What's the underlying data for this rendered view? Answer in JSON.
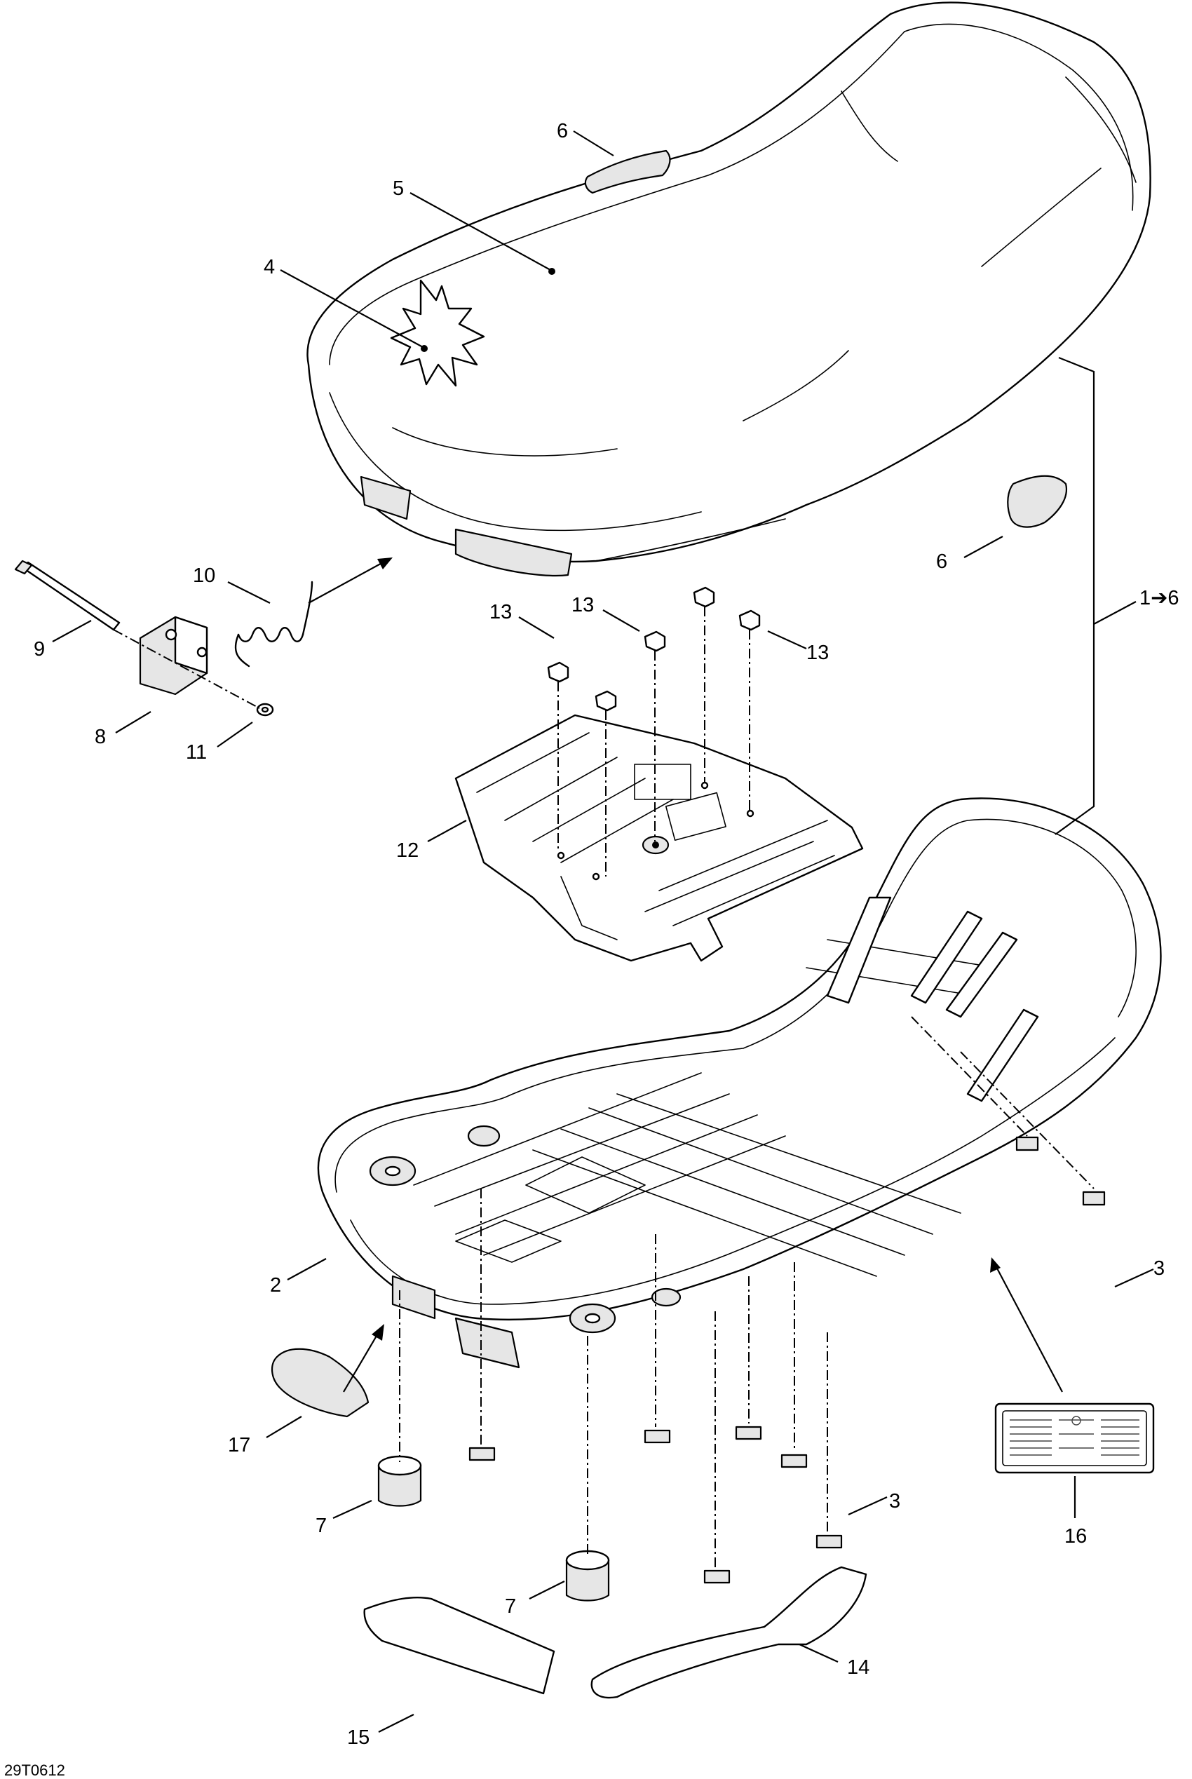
{
  "drawing": {
    "reference": "29T0612",
    "callouts": [
      {
        "id": "c6a",
        "label": "6"
      },
      {
        "id": "c5",
        "label": "5"
      },
      {
        "id": "c4",
        "label": "4"
      },
      {
        "id": "c10",
        "label": "10"
      },
      {
        "id": "c9",
        "label": "9"
      },
      {
        "id": "c8",
        "label": "8"
      },
      {
        "id": "c11",
        "label": "11"
      },
      {
        "id": "c6b",
        "label": "6"
      },
      {
        "id": "c1to6",
        "label": "1➔6"
      },
      {
        "id": "c13a",
        "label": "13"
      },
      {
        "id": "c13b",
        "label": "13"
      },
      {
        "id": "c13c",
        "label": "13"
      },
      {
        "id": "c12",
        "label": "12"
      },
      {
        "id": "c2",
        "label": "2"
      },
      {
        "id": "c3a",
        "label": "3"
      },
      {
        "id": "c17",
        "label": "17"
      },
      {
        "id": "c7a",
        "label": "7"
      },
      {
        "id": "c3b",
        "label": "3"
      },
      {
        "id": "c16",
        "label": "16"
      },
      {
        "id": "c7b",
        "label": "7"
      },
      {
        "id": "c15",
        "label": "15"
      },
      {
        "id": "c14",
        "label": "14"
      }
    ]
  }
}
